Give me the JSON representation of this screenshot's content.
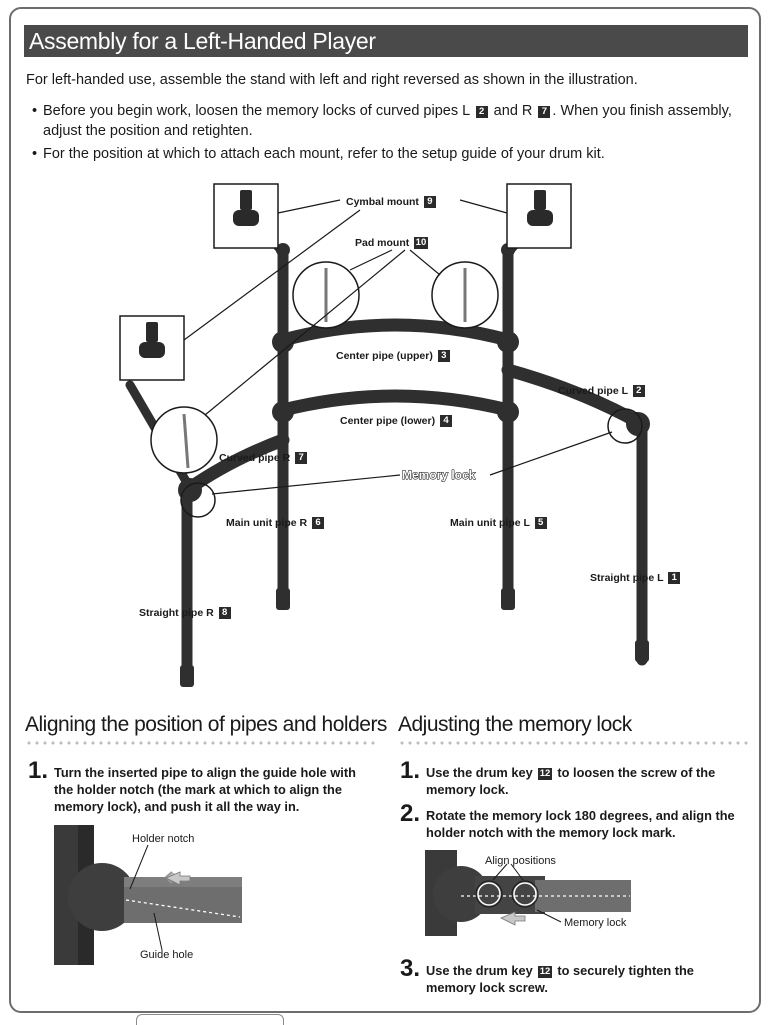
{
  "title": "Assembly for a Left-Handed Player",
  "intro": "For left-handed use, assemble the stand with left and right reversed as shown in the illustration.",
  "bullets": [
    {
      "pre": "Before you begin work, loosen the memory locks of curved pipes L ",
      "num1": "2",
      "mid": " and R ",
      "num2": "7",
      "post": ". When you finish assembly, adjust the position and retighten."
    },
    {
      "text": "For the position at which to attach each mount, refer to the setup guide of your drum kit."
    }
  ],
  "diagram": {
    "labels": {
      "cymbal_mount": {
        "text": "Cymbal mount",
        "num": "9"
      },
      "pad_mount": {
        "text": "Pad mount",
        "num": "10"
      },
      "center_pipe_upper": {
        "text": "Center pipe (upper)",
        "num": "3"
      },
      "curved_pipe_l": {
        "text": "Curved pipe L",
        "num": "2"
      },
      "center_pipe_lower": {
        "text": "Center pipe (lower)",
        "num": "4"
      },
      "curved_pipe_r": {
        "text": "Curved pipe R",
        "num": "7"
      },
      "memory_lock": {
        "text": "Memory lock"
      },
      "main_unit_pipe_r": {
        "text": "Main unit pipe R",
        "num": "6"
      },
      "main_unit_pipe_l": {
        "text": "Main unit pipe L",
        "num": "5"
      },
      "straight_pipe_l": {
        "text": "Straight pipe L",
        "num": "1"
      },
      "straight_pipe_r": {
        "text": "Straight pipe R",
        "num": "8"
      }
    }
  },
  "section_align": {
    "title": "Aligning the position of pipes and holders",
    "steps": [
      {
        "n": "1.",
        "text": "Turn the inserted pipe to align the guide hole with the holder notch (the mark at which to align the memory lock), and push it all the way in."
      }
    ],
    "photo_labels": {
      "holder_notch": "Holder notch",
      "guide_hole": "Guide hole"
    }
  },
  "section_memory": {
    "title": "Adjusting the memory lock",
    "steps": [
      {
        "n": "1.",
        "pre": "Use the drum key ",
        "num": "12",
        "post": " to loosen the screw of the memory lock."
      },
      {
        "n": "2.",
        "text": "Rotate the memory lock 180 degrees, and align the holder notch with the memory lock mark."
      },
      {
        "n": "3.",
        "pre": "Use the drum key ",
        "num": "12",
        "post": " to securely tighten the memory lock screw."
      }
    ],
    "photo_labels": {
      "align_positions": "Align positions",
      "memory_lock": "Memory lock"
    }
  },
  "colors": {
    "title_bg": "#4a4a4a",
    "frame": "#6d6d6d",
    "pipe": "#3c3c3c",
    "dots": "#bdbdbd"
  }
}
